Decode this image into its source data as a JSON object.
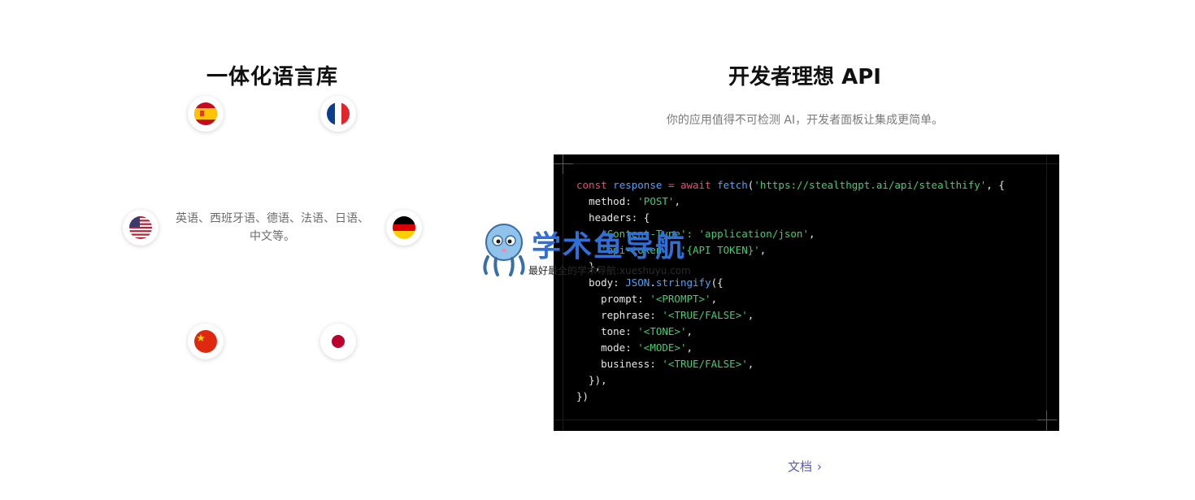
{
  "languages": {
    "title": "一体化语言库",
    "description": "英语、西班牙语、德语、法语、日语、中文等。",
    "flags": [
      {
        "name": "spain-flag-icon"
      },
      {
        "name": "france-flag-icon"
      },
      {
        "name": "usa-flag-icon"
      },
      {
        "name": "germany-flag-icon"
      },
      {
        "name": "china-flag-icon"
      },
      {
        "name": "japan-flag-icon"
      }
    ]
  },
  "api": {
    "title": "开发者理想 API",
    "subtitle": "你的应用值得不可检测 AI，开发者面板让集成更简单。",
    "docs_label": "文档",
    "docs_chevron": "›",
    "code": {
      "kw_const": "const",
      "var_response": "response",
      "op_eq": " = ",
      "kw_await": "await",
      "fn_fetch": "fetch",
      "url": "'https://stealthgpt.ai/api/stealthify'",
      "method_key": "method",
      "method_val": "'POST'",
      "headers_key": "headers",
      "content_type_val": "'Content-Type': 'application/json'",
      "token_val": "'api-token': '{API TOKEN}'",
      "body_key": "body",
      "json_obj": "JSON",
      "stringify": "stringify",
      "prompt_key": "prompt",
      "prompt_val": "'<PROMPT>'",
      "rephrase_key": "rephrase",
      "rephrase_val": "'<TRUE/FALSE>'",
      "tone_key": "tone",
      "tone_val": "'<TONE>'",
      "mode_key": "mode",
      "mode_val": "'<MODE>'",
      "business_key": "business",
      "business_val": "'<TRUE/FALSE>'"
    }
  },
  "watermark": {
    "title": "学术鱼导航",
    "subtitle": "最好最全的学术导航:xueshuyu.com"
  },
  "colors": {
    "keyword": "#f0477a",
    "identifier": "#4aa3ff",
    "string": "#3ecf6e",
    "link": "#5a57c8",
    "code_bg": "#000000"
  }
}
